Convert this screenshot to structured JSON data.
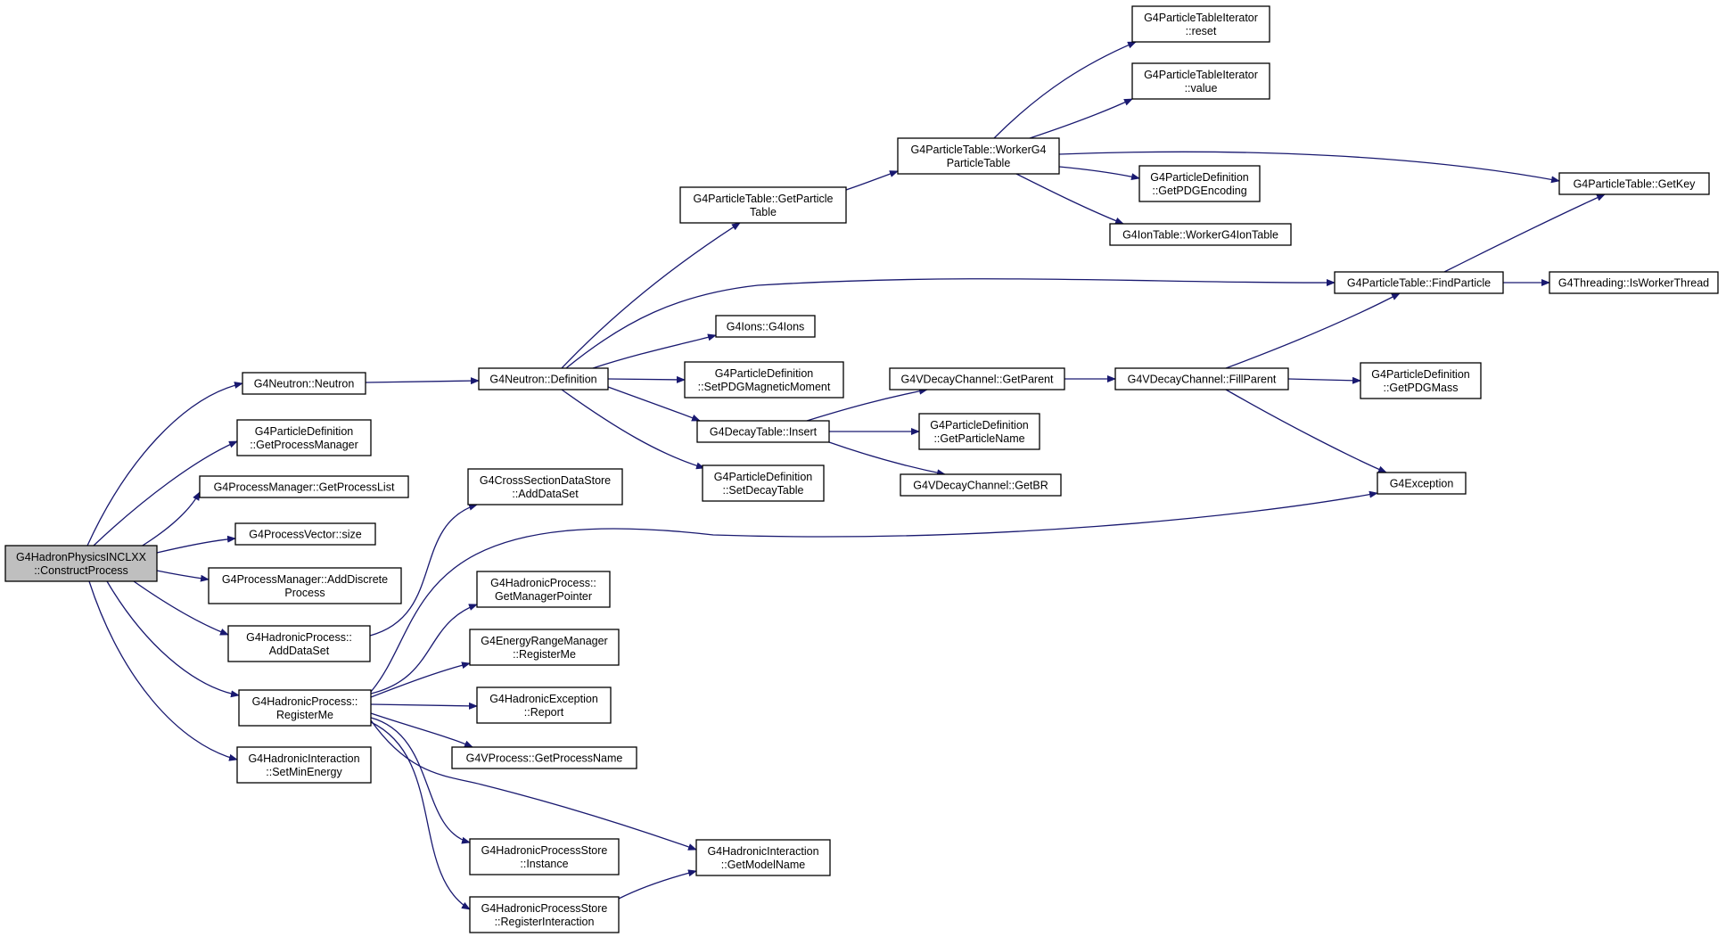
{
  "graph": {
    "nodes": [
      {
        "id": "root",
        "lines": [
          "G4HadronPhysicsINCLXX",
          "::ConstructProcess"
        ],
        "root": true
      },
      {
        "id": "neutron",
        "lines": [
          "G4Neutron::Neutron"
        ]
      },
      {
        "id": "getProcMgr",
        "lines": [
          "G4ParticleDefinition",
          "::GetProcessManager"
        ]
      },
      {
        "id": "getProcList",
        "lines": [
          "G4ProcessManager::GetProcessList"
        ]
      },
      {
        "id": "procVecSize",
        "lines": [
          "G4ProcessVector::size"
        ]
      },
      {
        "id": "addDiscrete",
        "lines": [
          "G4ProcessManager::AddDiscrete",
          "Process"
        ]
      },
      {
        "id": "hpAddDataSet",
        "lines": [
          "G4HadronicProcess::",
          "AddDataSet"
        ]
      },
      {
        "id": "hpRegisterMe",
        "lines": [
          "G4HadronicProcess::",
          "RegisterMe"
        ]
      },
      {
        "id": "setMinEnergy",
        "lines": [
          "G4HadronicInteraction",
          "::SetMinEnergy"
        ]
      },
      {
        "id": "definition",
        "lines": [
          "G4Neutron::Definition"
        ]
      },
      {
        "id": "csAddDataSet",
        "lines": [
          "G4CrossSectionDataStore",
          "::AddDataSet"
        ]
      },
      {
        "id": "getMgrPtr",
        "lines": [
          "G4HadronicProcess::",
          "GetManagerPointer"
        ]
      },
      {
        "id": "erRegisterMe",
        "lines": [
          "G4EnergyRangeManager",
          "::RegisterMe"
        ]
      },
      {
        "id": "report",
        "lines": [
          "G4HadronicException",
          "::Report"
        ]
      },
      {
        "id": "getProcName",
        "lines": [
          "G4VProcess::GetProcessName"
        ]
      },
      {
        "id": "hpsInstance",
        "lines": [
          "G4HadronicProcessStore",
          "::Instance"
        ]
      },
      {
        "id": "hpsRegInter",
        "lines": [
          "G4HadronicProcessStore",
          "::RegisterInteraction"
        ]
      },
      {
        "id": "getModelName",
        "lines": [
          "G4HadronicInteraction",
          "::GetModelName"
        ]
      },
      {
        "id": "ptGetPT",
        "lines": [
          "G4ParticleTable::GetParticle",
          "Table"
        ]
      },
      {
        "id": "ionsIons",
        "lines": [
          "G4Ions::G4Ions"
        ]
      },
      {
        "id": "setPDGMag",
        "lines": [
          "G4ParticleDefinition",
          "::SetPDGMagneticMoment"
        ]
      },
      {
        "id": "dtInsert",
        "lines": [
          "G4DecayTable::Insert"
        ]
      },
      {
        "id": "setDecayTable",
        "lines": [
          "G4ParticleDefinition",
          "::SetDecayTable"
        ]
      },
      {
        "id": "workerPT",
        "lines": [
          "G4ParticleTable::WorkerG4",
          "ParticleTable"
        ]
      },
      {
        "id": "ptiReset",
        "lines": [
          "G4ParticleTableIterator",
          "::reset"
        ]
      },
      {
        "id": "ptiValue",
        "lines": [
          "G4ParticleTableIterator",
          "::value"
        ]
      },
      {
        "id": "getPDGEnc",
        "lines": [
          "G4ParticleDefinition",
          "::GetPDGEncoding"
        ]
      },
      {
        "id": "ionWorker",
        "lines": [
          "G4IonTable::WorkerG4IonTable"
        ]
      },
      {
        "id": "getKey",
        "lines": [
          "G4ParticleTable::GetKey"
        ]
      },
      {
        "id": "findParticle",
        "lines": [
          "G4ParticleTable::FindParticle"
        ]
      },
      {
        "id": "isWorker",
        "lines": [
          "G4Threading::IsWorkerThread"
        ]
      },
      {
        "id": "vdcGetParent",
        "lines": [
          "G4VDecayChannel::GetParent"
        ]
      },
      {
        "id": "vdcFillParent",
        "lines": [
          "G4VDecayChannel::FillParent"
        ]
      },
      {
        "id": "getPartName",
        "lines": [
          "G4ParticleDefinition",
          "::GetParticleName"
        ]
      },
      {
        "id": "vdcGetBR",
        "lines": [
          "G4VDecayChannel::GetBR"
        ]
      },
      {
        "id": "getPDGMass",
        "lines": [
          "G4ParticleDefinition",
          "::GetPDGMass"
        ]
      },
      {
        "id": "exception",
        "lines": [
          "G4Exception"
        ]
      }
    ]
  }
}
